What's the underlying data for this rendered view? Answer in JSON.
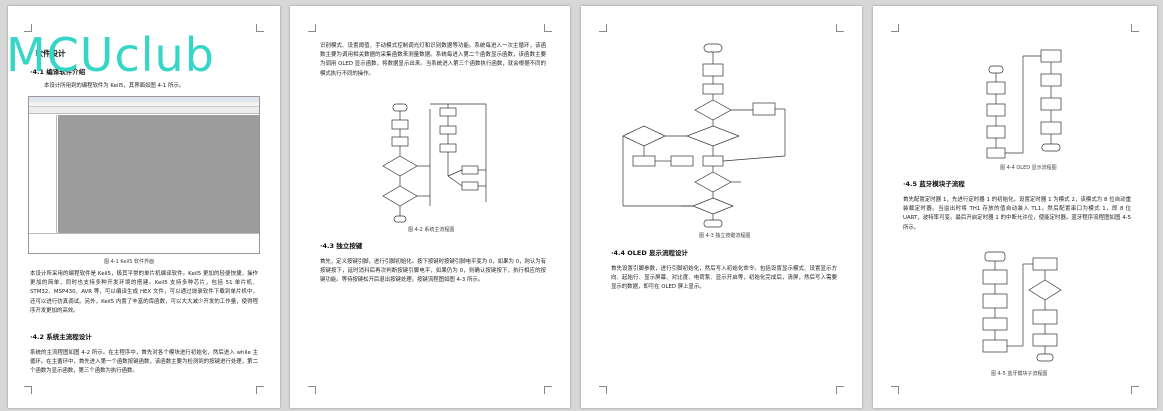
{
  "watermark": "MCUclub",
  "page1": {
    "section_fragment": "· 软件设计",
    "sub_fragment": "·4.1 编译软件介绍",
    "intro": "本设计所用到的编程软件为 Keil5，其界面如图 4-1 所示。",
    "fig_caption": "图 4-1 Keil5 软件界面",
    "para1": "本设计所采用的编程软件是 Keil5，极其平常的单片机编译软件。Keil5 更加的轻便快捷，操作更加的简单，同时也支持多种开发环境的搭建。Keil5 支持多种芯片，包括 51 单片机、STM32、MSP430、AVR 等，可以编译生成 HEX 文件，可以通过烧录软件下载到单片机中，还可以进行仿真调试。另外，Keil5 内置了丰富的库函数，可以大大减少开发的工作量，使得程序开发更加的高效。",
    "heading_42": "·4.2 系统主流程设计",
    "para2": "系统的主流程图如图 4-2 所示。在主程序中，首先对各个模块进行初始化，然后进入 while 主循环。在主循环中，首先进入第一个函数按键函数，该函数主要为检测到的按键进行处理，第二个函数为显示函数，第三个函数为执行函数。"
  },
  "page2": {
    "para_top": "识别模式、设置阈值、手动模式控制调光灯和识别数据等功能。系统每进入一次主循环，该函数主要为调用相关数据的采集函数来测量数据。系统每进入第二个函数显示函数，该函数主要为调用 OLED 显示函数，将数据显示出来。当系统进入第三个函数执行函数，就会根据不同的模式执行不同的操作。",
    "fig_caption": "图 4-2 系统主流程图",
    "heading_43": "·4.3 独立按键",
    "para2": "首先，定义按键引脚，进行引脚初始化。按下按键时按键引脚电平变为 0，如果为 0，则认为有按键按下，延时消抖后再次判断按键引脚电平，如果仍为 0，则确认按键按下，执行相应的按键功能。等待按键松开后退出按键处理。按键流程图如图 4-3 所示。"
  },
  "page3": {
    "fig_caption": "图 4-3 独立按键流程图",
    "heading_44": "·4.4 OLED 显示流程设计",
    "para": "首先设置引脚参数，进行引脚初始化，然后写入初始化命令。包括设置显示模式、设置显示方向、起始行、显示屏幕、对比度、电荷泵、显示开启等，初始化完成后，清屏，然后写入需要显示的数据，即可在 OLED 屏上显示。"
  },
  "page4": {
    "fig_caption_top": "图 4-4 OLED 显示流程图",
    "heading_45": "·4.5 蓝牙模块子流程",
    "para": "首先配置定时器 1，先进行定时器 1 的初始化，设置定时器 1 为模式 2，该模式为 8 位自动重装载定时器。当溢出时将 TH1 存放的值自动装入 TL1。然后配置串口为模式 1，即 8 位 UART，波特率可变。最后开启定时器 1 的中断允许位，使能定时器。蓝牙程序流程图如图 4-5 所示。",
    "fig_caption": "图 4-5 蓝牙模块子流程图"
  }
}
